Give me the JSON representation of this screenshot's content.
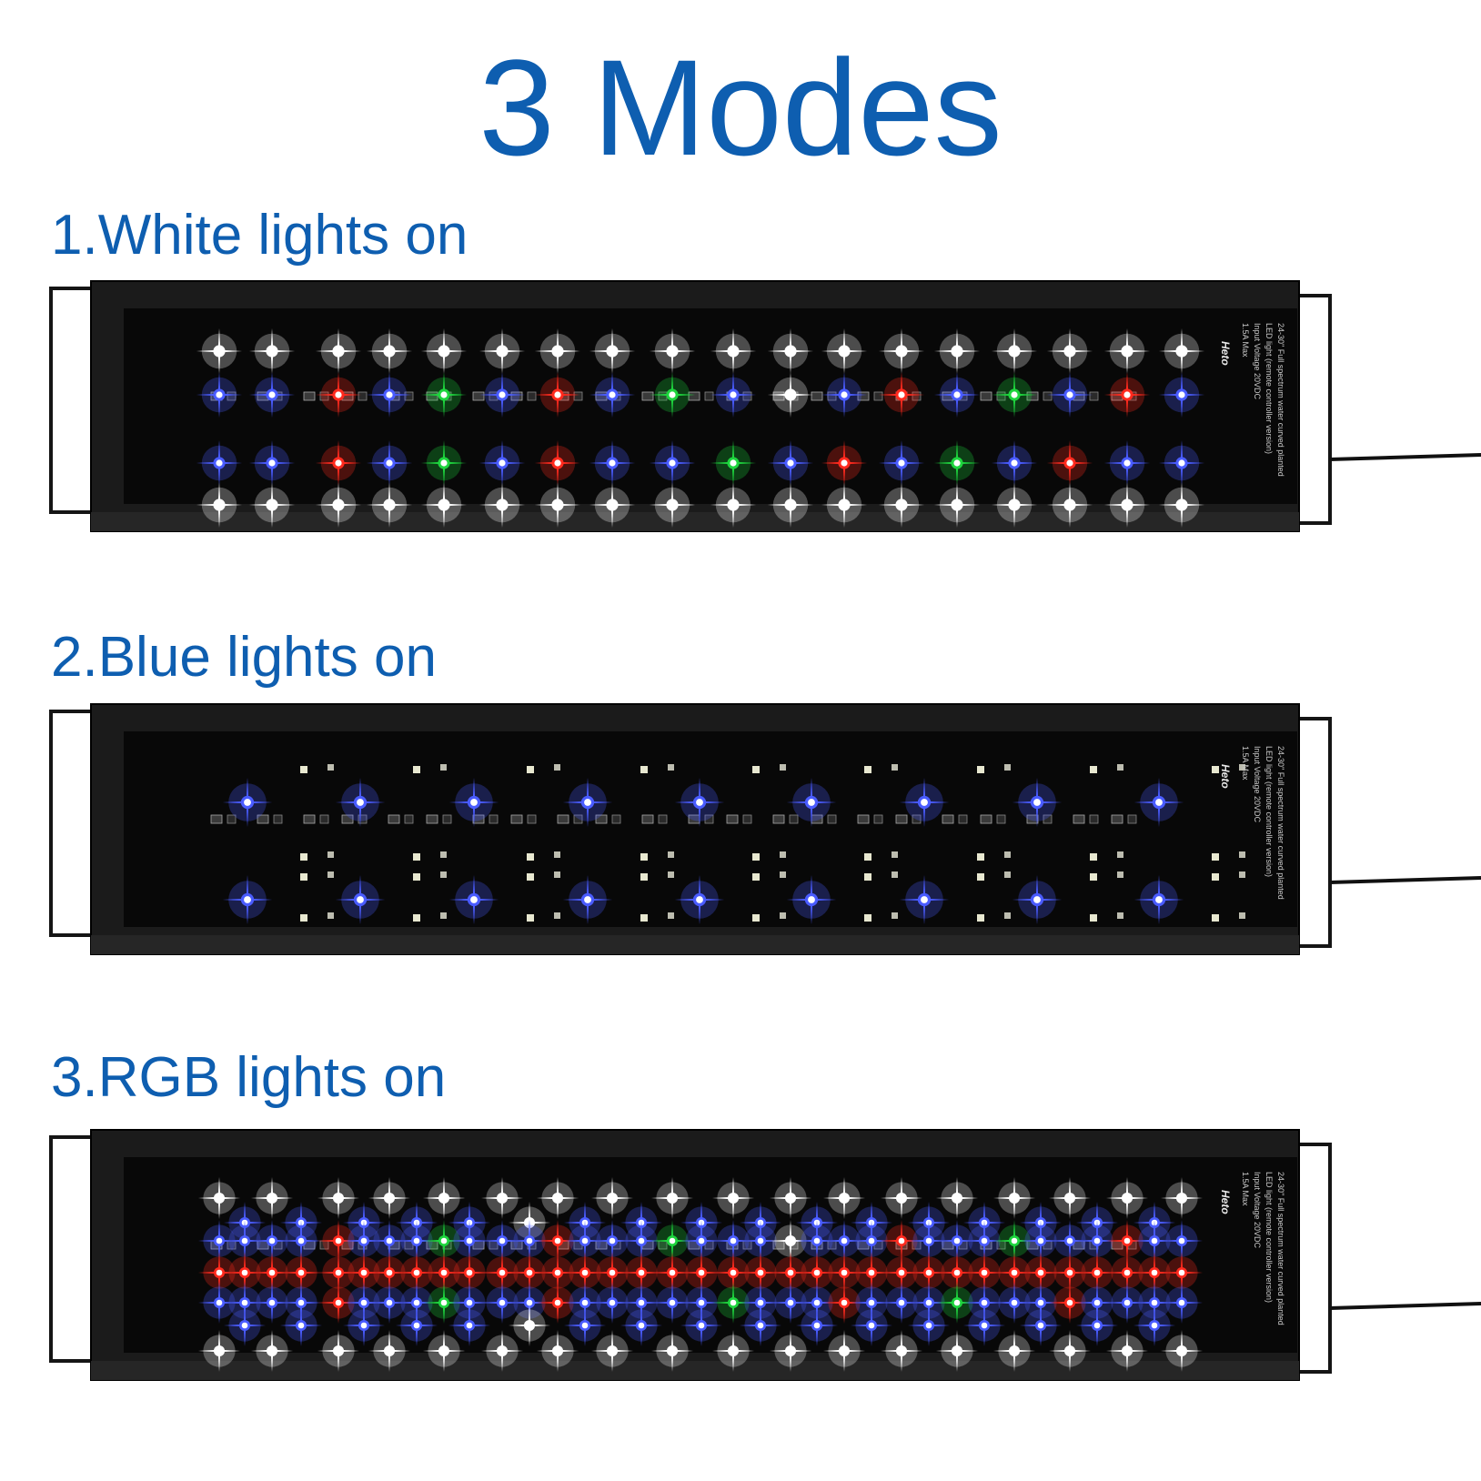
{
  "title": "3 Modes",
  "modes": [
    {
      "label": "1.White lights on",
      "mode": "white"
    },
    {
      "label": "2.Blue lights on",
      "mode": "blue"
    },
    {
      "label": "3.RGB lights on",
      "mode": "rgb"
    }
  ],
  "fixture_text": {
    "brand": "Heto",
    "spec_lines": [
      "24-30\" Full spectrum water curved planted",
      "LED light (remote controller version)",
      "Input Voltage 20VDC",
      "1.5A Max"
    ]
  },
  "colors": {
    "heading": "#0e5eb0",
    "fixture_body": "#1b1b1b",
    "panel": "#080808",
    "led_white": "#ffffff",
    "led_blue": "#4a5cff",
    "led_red": "#ff2a1e",
    "led_green": "#1ed43e"
  }
}
